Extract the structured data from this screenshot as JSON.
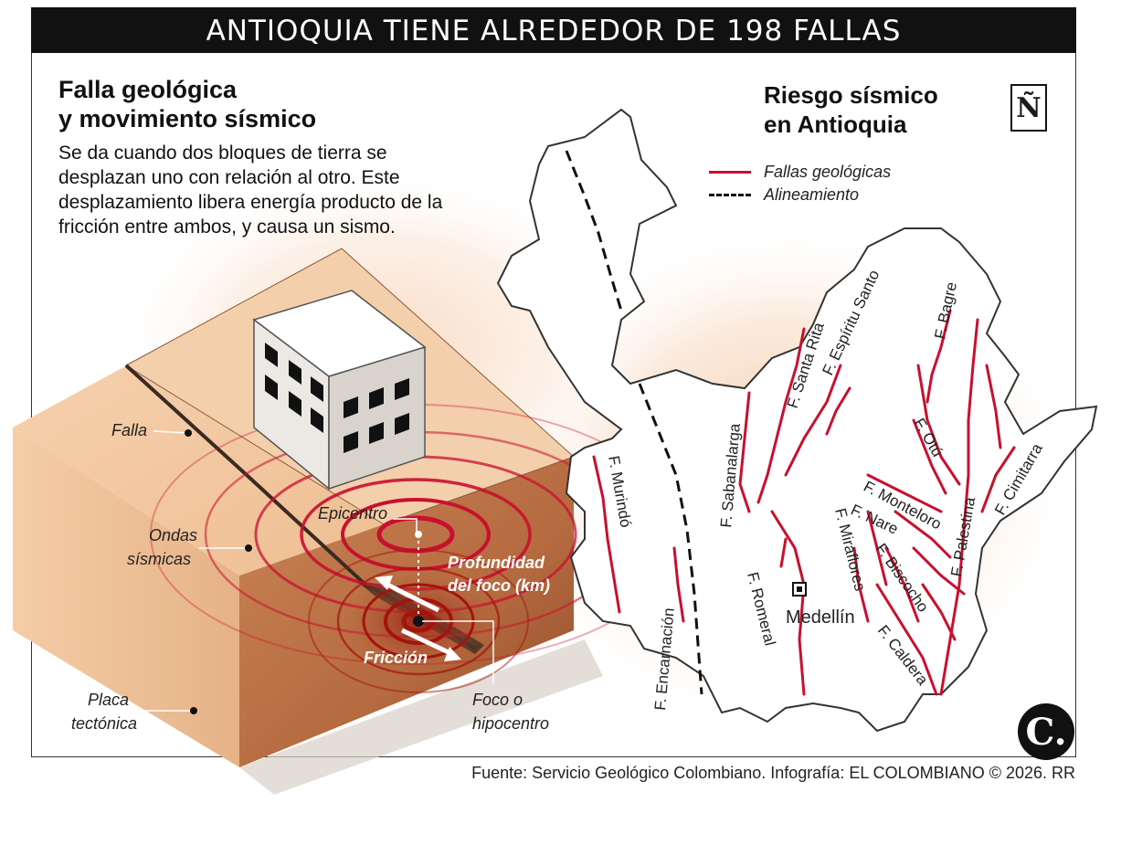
{
  "banner": {
    "title": "ANTIOQUIA TIENE ALREDEDOR DE 198 FALLAS"
  },
  "left": {
    "heading_line1": "Falla geológica",
    "heading_line2": "y movimiento sísmico",
    "description": "Se da cuando dos bloques de tierra se desplazan uno con relación al otro. Este desplazamiento libera energía producto de la fricción entre ambos, y causa un sismo."
  },
  "block_labels": {
    "falla": "Falla",
    "ondas_1": "Ondas",
    "ondas_2": "sísmicas",
    "epicentro": "Epicentro",
    "profundidad_1": "Profundidad",
    "profundidad_2": "del foco (km)",
    "friccion": "Fricción",
    "foco_1": "Foco o",
    "foco_2": "hipocentro",
    "placa_1": "Placa",
    "placa_2": "tectónica"
  },
  "right": {
    "heading_line1": "Riesgo sísmico",
    "heading_line2": "en Antioquia",
    "north": "Ñ",
    "legend": {
      "faults": "Fallas geológicas",
      "alignment": "Alineamiento"
    },
    "city": "Medellín"
  },
  "faults": {
    "murindo": "F. Murindó",
    "encarnacion": "F. Encarnación",
    "sabanalarga": "F. Sabanalarga",
    "santa_rita": "F. Santa Rita",
    "espiritu_santo": "F. Espíritu Santo",
    "bagre": "F. Bagre",
    "otu": "F. Otú",
    "cimitarra": "F. Cimitarra",
    "palestina": "F. Palestina",
    "monteloro": "F. Monteloro",
    "nare": "F. Nare",
    "miraflores": "F. Miraflores",
    "biscocho": "F. Biscocho",
    "caldera": "F. Caldera",
    "romeral": "F. Romeral"
  },
  "footer": {
    "source": "Fuente: Servicio Geológico Colombiano. Infografía: EL COLOMBIANO © 2026. RR",
    "logo": "C."
  },
  "colors": {
    "fault_red": "#c8102e",
    "banner": "#111111",
    "glow": "#f6d2b6"
  }
}
